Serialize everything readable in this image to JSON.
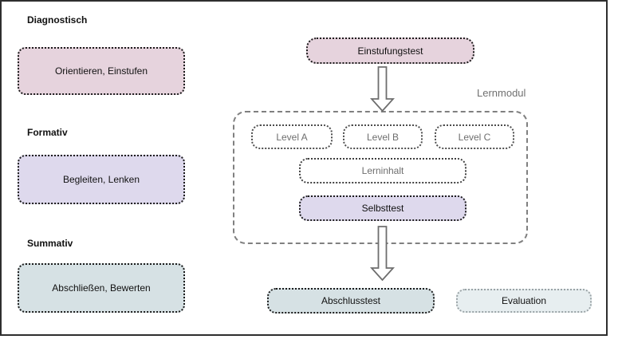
{
  "sections": [
    {
      "heading": "Diagnostisch",
      "label": "Orientieren, Einstufen",
      "fill": "#e6d3dd"
    },
    {
      "heading": "Formativ",
      "label": "Begleiten, Lenken",
      "fill": "#ded9ed"
    },
    {
      "heading": "Summativ",
      "label": "Abschließen, Bewerten",
      "fill": "#d6e1e4"
    }
  ],
  "flow": {
    "start_box": "Einstufungstest",
    "module": {
      "label": "Lernmodul",
      "levels": [
        "Level A",
        "Level B",
        "Level C"
      ],
      "content_box": "Lerninhalt",
      "self_test_box": "Selbsttest"
    },
    "final_box": "Abschlusstest",
    "evaluation_box": "Evaluation",
    "start_fill": "#e6d3dd",
    "self_test_fill": "#ded9ed",
    "final_fill": "#d6e1e4",
    "evaluation_fill": "#e7eef0"
  },
  "colors": {
    "frame_border": "#2e2e2e",
    "dark_dotted_border": "#1c1c1c",
    "gray_dotted_border": "#4d4d4d",
    "evaluation_border": "#9aa3a6",
    "module_dash_border": "#808080",
    "gray_text": "#6e6e6e",
    "arrow_outline": "#6e6e6e"
  }
}
